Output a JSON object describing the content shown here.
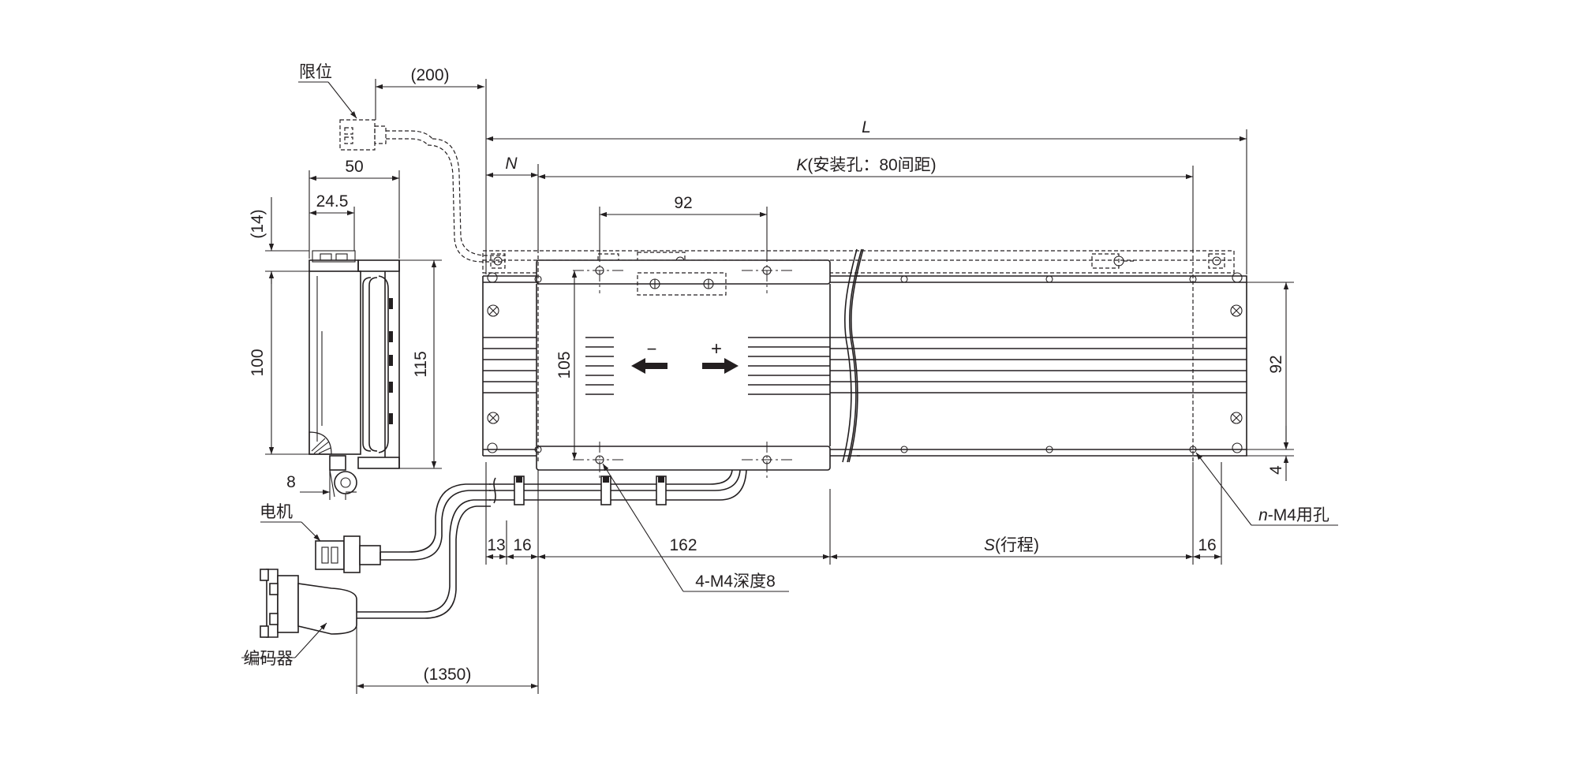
{
  "diagram": {
    "callouts": {
      "limit": "限位",
      "motor": "电机",
      "encoder": "编码器",
      "tapped_holes": "4-M4深度8",
      "mount_holes_var": "n",
      "mount_holes": "-M4用孔"
    },
    "dimensions": {
      "cable_limit": "(200)",
      "cable_main": "(1350)",
      "width_50": "50",
      "width_24_5": "24.5",
      "offset_14": "(14)",
      "height_100": "100",
      "height_115": "115",
      "offset_8": "8",
      "length_var": "L",
      "n_var": "N",
      "k_var": "K",
      "k_text": "(安装孔：80间距)",
      "spacing_92_top": "92",
      "height_105": "105",
      "height_92_right": "92",
      "offset_4": "4",
      "d13": "13",
      "d16_left": "16",
      "d162": "162",
      "s_var": "S",
      "s_text": "(行程)",
      "d16_right": "16"
    },
    "direction": {
      "minus": "−",
      "plus": "+"
    }
  }
}
